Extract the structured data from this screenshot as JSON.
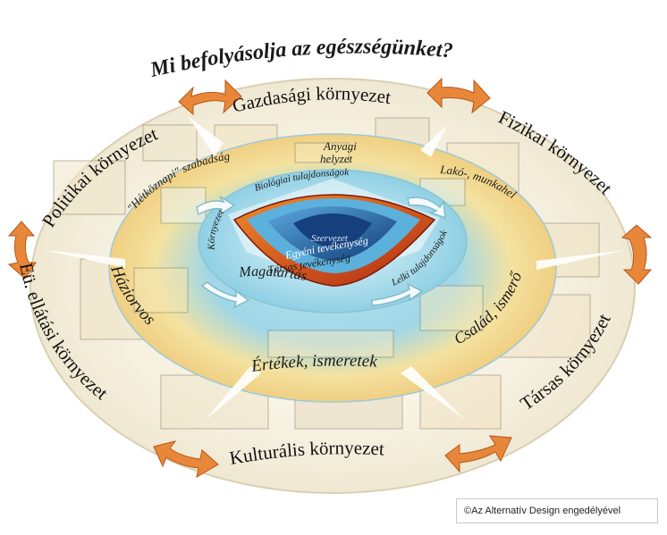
{
  "title": "Mi befolyásolja az egészségünket?",
  "outer_ring": {
    "gazdasagi": "Gazdasági környezet",
    "fizikai": "Fizikai környezet",
    "politikai": "Politikai környezet",
    "eu_ellatasi": "Eü. ellátási környezet",
    "tarsas": "Társas környezet",
    "kulturalis": "Kulturális környezet"
  },
  "middle_ring": {
    "anyagi_line1": "Anyagi",
    "anyagi_line2": "helyzet",
    "lako_munkahely": "Lakó-, munkahely",
    "hetkoznapi_szabadsag": "\"Hétköznapi\" szabadság",
    "haziorvos": "Háziorvos",
    "csalad_ismerosok": "Család, ismerősök",
    "ertekek_ismeretek": "Értékek, ismeretek"
  },
  "inner_ring": {
    "biologiai": "Biológiai tulajdonságok",
    "kornyezet": "Környezet",
    "lelki": "Lelki tulajdonságok",
    "magatartas": "Magatartás"
  },
  "core": {
    "szervezet": "Szervezet",
    "egyeni": "Egyéni tevékenység",
    "tarsas_tevekenyseg": "Társas tevékenység"
  },
  "credit": "©Az Alternatív Design engedélyével",
  "colors": {
    "arrow": "#e8873a",
    "core_red": "#c23a1a",
    "core_blue": "#1d4f8f",
    "ring_teal": "#6fc4d8",
    "ring_yellow": "#f3d98c"
  }
}
